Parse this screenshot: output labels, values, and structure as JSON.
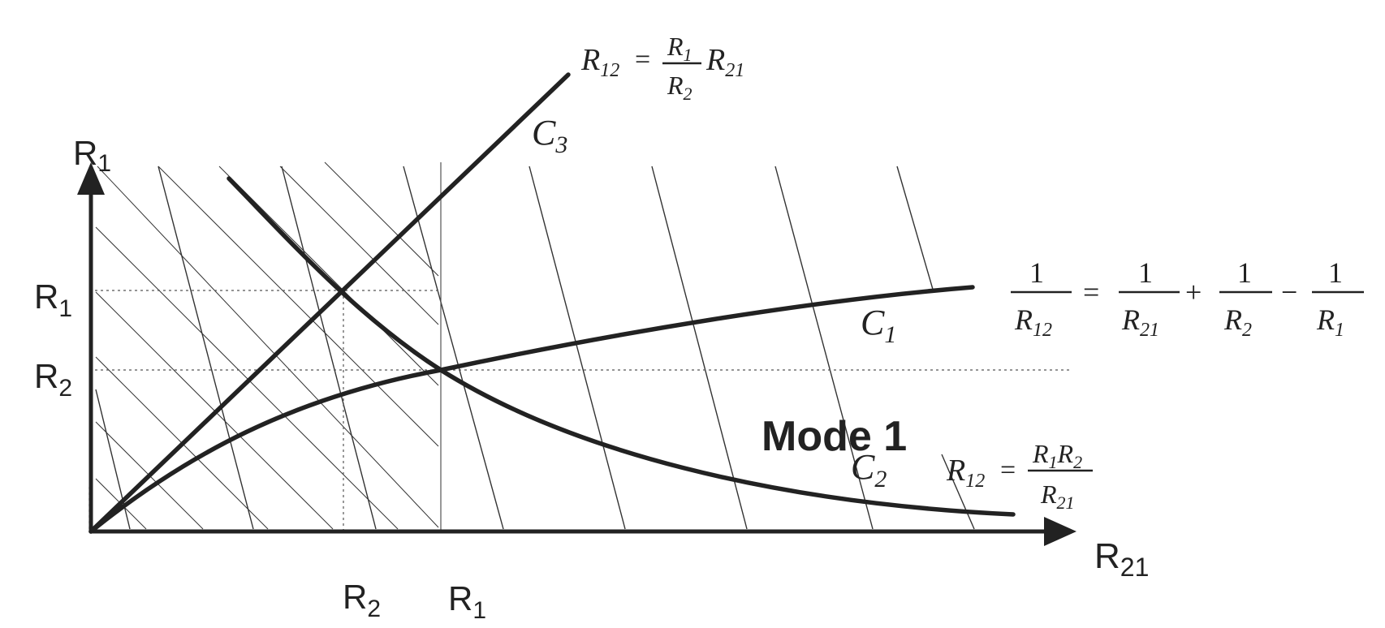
{
  "axes": {
    "y_label_main": "R",
    "y_label_sub": "1",
    "x_label_main": "R",
    "x_label_sub": "21",
    "y_tick_1": {
      "main": "R",
      "sub": "1"
    },
    "y_tick_2": {
      "main": "R",
      "sub": "2"
    },
    "x_tick_1": {
      "main": "R",
      "sub": "2"
    },
    "x_tick_2": {
      "main": "R",
      "sub": "1"
    }
  },
  "curves": {
    "c1": {
      "main": "C",
      "sub": "1"
    },
    "c2": {
      "main": "C",
      "sub": "2"
    },
    "c3": {
      "main": "C",
      "sub": "3"
    }
  },
  "region_label": "Mode 1",
  "equations": {
    "c3": {
      "lhs_main": "R",
      "lhs_sub": "12",
      "eq": "=",
      "num_main": "R",
      "num_sub": "1",
      "den_main": "R",
      "den_sub": "2",
      "tail_main": "R",
      "tail_sub": "21"
    },
    "c1": {
      "one": "1",
      "lhs_main": "R",
      "lhs_sub": "12",
      "eq": "=",
      "t1_main": "R",
      "t1_sub": "21",
      "plus": "+",
      "t2_main": "R",
      "t2_sub": "2",
      "minus": "−",
      "t3_main": "R",
      "t3_sub": "1"
    },
    "c2": {
      "lhs_main": "R",
      "lhs_sub": "12",
      "eq": "=",
      "num1_main": "R",
      "num1_sub": "1",
      "num2_main": "R",
      "num2_sub": "2",
      "den_main": "R",
      "den_sub": "21"
    }
  },
  "colors": {
    "ink": "#222222",
    "hatch": "#333333",
    "guide": "#555555"
  }
}
